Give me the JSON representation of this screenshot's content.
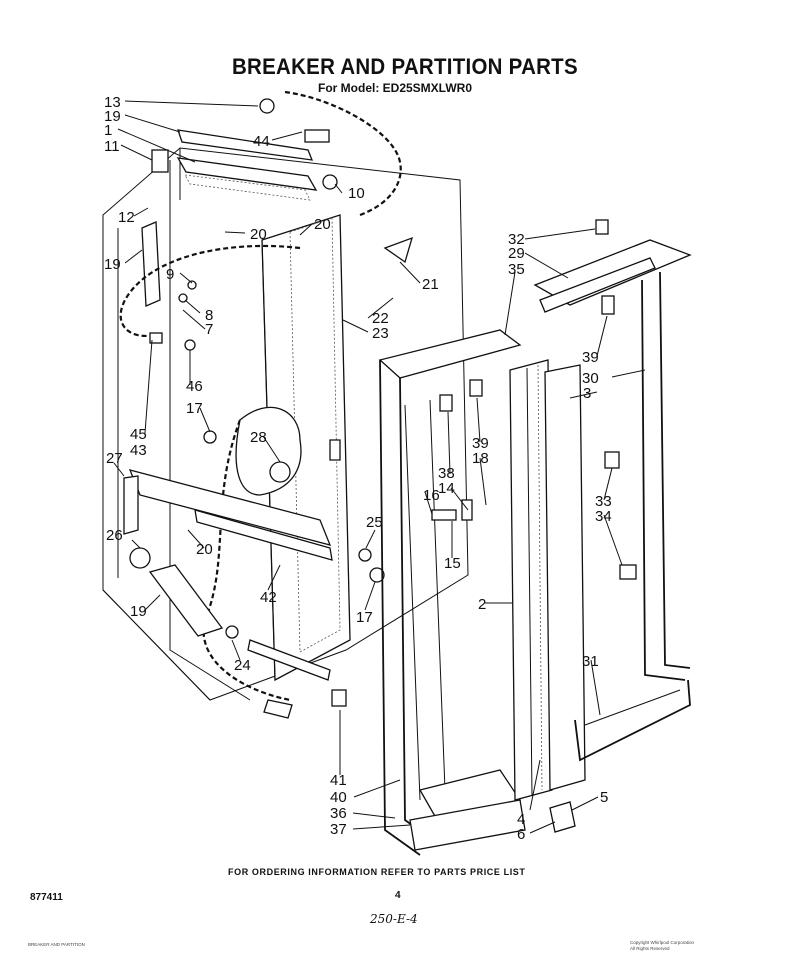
{
  "header": {
    "title": "BREAKER AND PARTITION PARTS",
    "model": "For Model: ED25SMXLWR0"
  },
  "footer": {
    "ordering": "FOR ORDERING INFORMATION REFER TO PARTS PRICE LIST",
    "part_number": "877411",
    "page": "4",
    "handwritten": "250-E-4",
    "fine_left": [
      "BREAKER AND PARTITION"
    ],
    "fine_right": [
      "Copyright Whirlpool Corporation",
      "All Rights Reserved"
    ]
  },
  "callouts": [
    "13",
    "19",
    "1",
    "11",
    "44",
    "10",
    "12",
    "20",
    "20",
    "19",
    "9",
    "8",
    "7",
    "21",
    "22",
    "23",
    "46",
    "17",
    "45",
    "43",
    "28",
    "27",
    "26",
    "20",
    "19",
    "25",
    "17",
    "42",
    "24",
    "32",
    "29",
    "35",
    "39",
    "30",
    "3",
    "39",
    "18",
    "38",
    "14",
    "16",
    "15",
    "33",
    "34",
    "2",
    "31",
    "41",
    "40",
    "36",
    "37",
    "5",
    "4",
    "6"
  ]
}
